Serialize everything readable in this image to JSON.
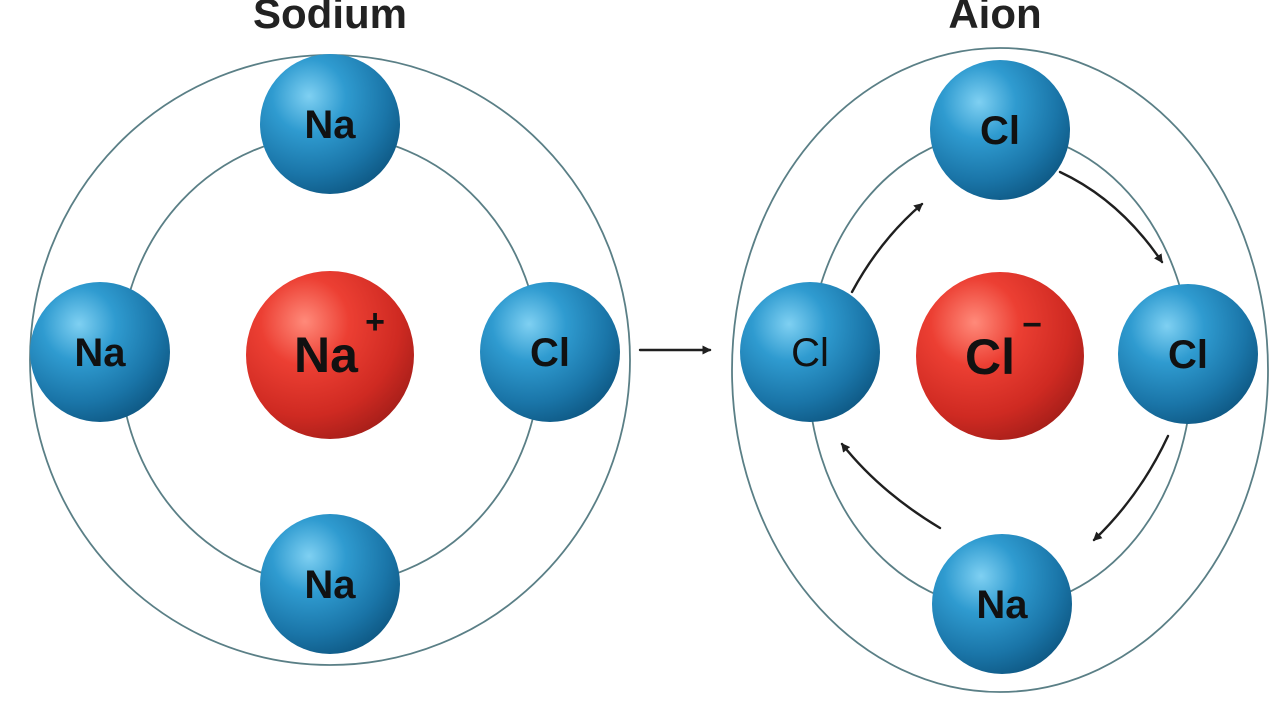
{
  "colors": {
    "blue_atom": "#1d7fb3",
    "red_ion": "#e0302a",
    "orbit_stroke": "#5a7f86",
    "arrow": "#1f1f1f",
    "title": "#222222"
  },
  "left_panel": {
    "title": "Sodium",
    "center": {
      "element": "Na",
      "charge": "+"
    },
    "atoms": [
      {
        "label": "Na"
      },
      {
        "label": "Na"
      },
      {
        "label": "Cl"
      },
      {
        "label": "Na"
      }
    ]
  },
  "transition_arrow": {
    "icon": "right-arrow-icon"
  },
  "right_panel": {
    "title": "Aion",
    "center": {
      "element": "Cl",
      "charge": "−"
    },
    "atoms": [
      {
        "label": "Cl"
      },
      {
        "label": "Cl"
      },
      {
        "label": "Cl"
      },
      {
        "label": "Na"
      }
    ],
    "cycle_arrows": {
      "icon": "curved-arrow-icon",
      "direction": "clockwise"
    }
  }
}
